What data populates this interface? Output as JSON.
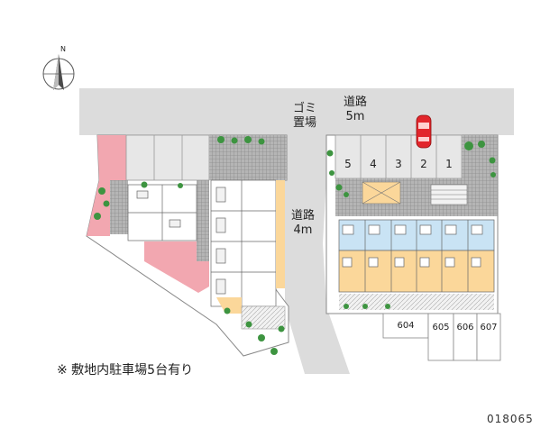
{
  "map": {
    "compass_letter": "N",
    "road_top": {
      "name": "道路",
      "width": "5m"
    },
    "road_center": {
      "name": "道路",
      "width": "4m"
    },
    "garbage": {
      "line1": "ゴミ",
      "line2": "置場"
    },
    "parking_numbers": [
      "5",
      "4",
      "3",
      "2",
      "1"
    ],
    "unit_numbers": [
      "604",
      "605",
      "606",
      "607"
    ],
    "note": "※ 敷地内駐車場5台有り",
    "property_code": "018065",
    "colors": {
      "road": "#dcdcdc",
      "tiles": "#9a9a9a",
      "highlight": "#f2a7b0",
      "pond": "#c9e3f4",
      "yellow": "#fbd79a",
      "greenery": "#3d9440",
      "car": "#e2262c"
    }
  }
}
